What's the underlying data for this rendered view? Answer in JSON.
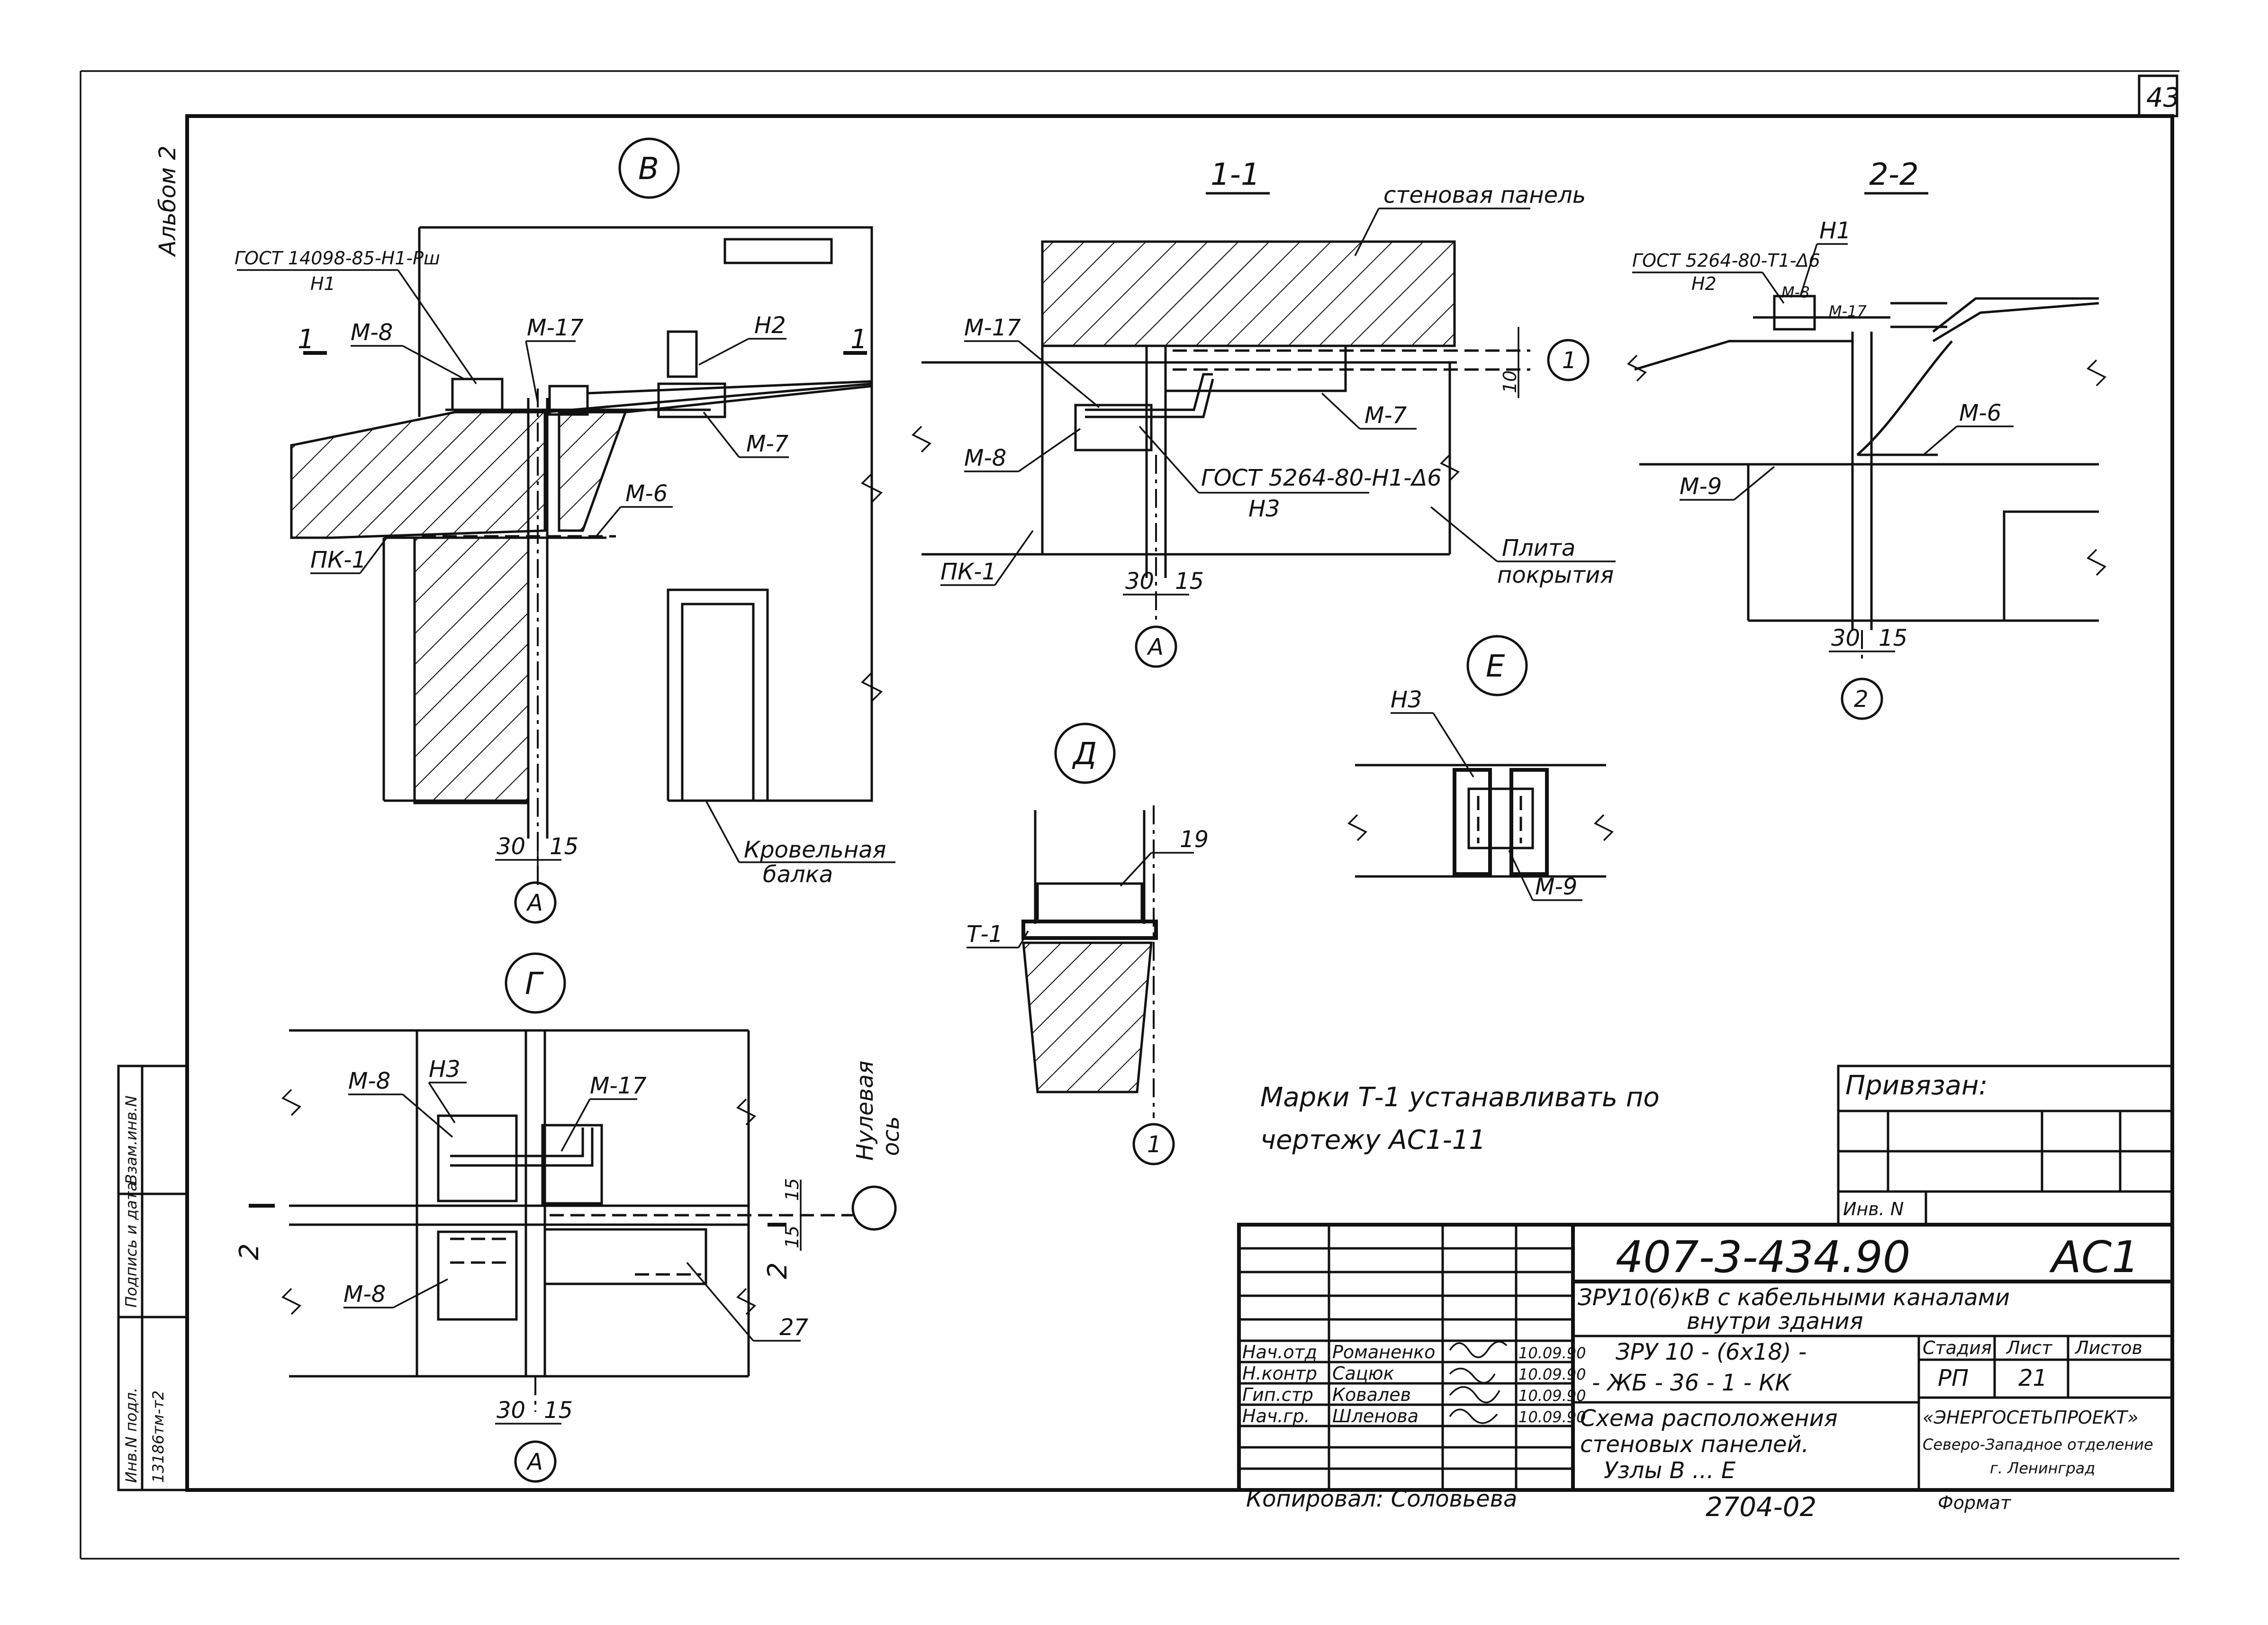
{
  "page": {
    "sheet_number": "43",
    "album": "Альбом 2"
  },
  "nodes": {
    "v": "В",
    "g": "Г",
    "d": "Д",
    "e": "Е",
    "sec11": "1-1",
    "sec22": "2-2"
  },
  "axes": {
    "a": "А",
    "one": "1",
    "two": "2"
  },
  "labels": {
    "gost_14098": "ГОСТ 14098-85-Н1-Рш",
    "n1": "Н1",
    "n2": "Н2",
    "n3": "Н3",
    "gost_5264_n3": "ГОСТ 5264-80-Н1-Δ6",
    "gost_5264_n2": "ГОСТ 5264-80-Т1-Δ6",
    "m8": "М-8",
    "m17": "М-17",
    "m7": "М-7",
    "m6": "М-6",
    "m9": "М-9",
    "pk1": "ПК-1",
    "wall_panel": "стеновая панель",
    "slab_1": "Плита",
    "slab_2": "покрытия",
    "beam_1": "Кровельная",
    "beam_2": "балка",
    "t1": "Т-1",
    "n19": "19",
    "n27": "27",
    "zero_axis_1": "Нулевая",
    "zero_axis_2": "ось",
    "dim30": "30",
    "dim15": "15",
    "dim10": "10",
    "sec_mark": "1"
  },
  "note": {
    "line1": "Марки Т-1 устанавливать по",
    "line2": "чертежу АС1-11"
  },
  "privyazan": {
    "title": "Привязан:",
    "inv": "Инв. N"
  },
  "title_block": {
    "code": "407-3-434.90",
    "mark": "АС1",
    "project_1": "ЗРУ10(6)кВ с кабельными каналами",
    "project_2": "внутри здания",
    "variant_1": "ЗРУ 10 - (6х18) -",
    "variant_2": "- ЖБ - 36 - 1 - КК",
    "sheet_title_1": "Схема расположения",
    "sheet_title_2": "стеновых панелей.",
    "sheet_title_3": "Узлы В ... Е",
    "stage_h": "Стадия",
    "sheet_h": "Лист",
    "sheets_h": "Листов",
    "stage": "РП",
    "sheet": "21",
    "org_1": "«ЭНЕРГОСЕТЬПРОЕКТ»",
    "org_2": "Северо-Западное отделение",
    "org_3": "г. Ленинград",
    "inv_no": "2704-02",
    "copied": "Копировал: Соловьева",
    "format": "Формат",
    "signers": [
      {
        "role": "Нач.отд",
        "name": "Романенко",
        "date": "10.09.90"
      },
      {
        "role": "Н.контр",
        "name": "Сацюк",
        "date": "10.09.90"
      },
      {
        "role": "Гип.стр",
        "name": "Ковалев",
        "date": "10.09.90"
      },
      {
        "role": "Нач.гр.",
        "name": "Шленова",
        "date": "10.09.90"
      }
    ]
  },
  "side_stamp": {
    "col1": "Инв.N подл.",
    "col2": "Подпись и дата",
    "col3": "Взам.инв.N",
    "inv_orig": "13186тм-т2"
  }
}
